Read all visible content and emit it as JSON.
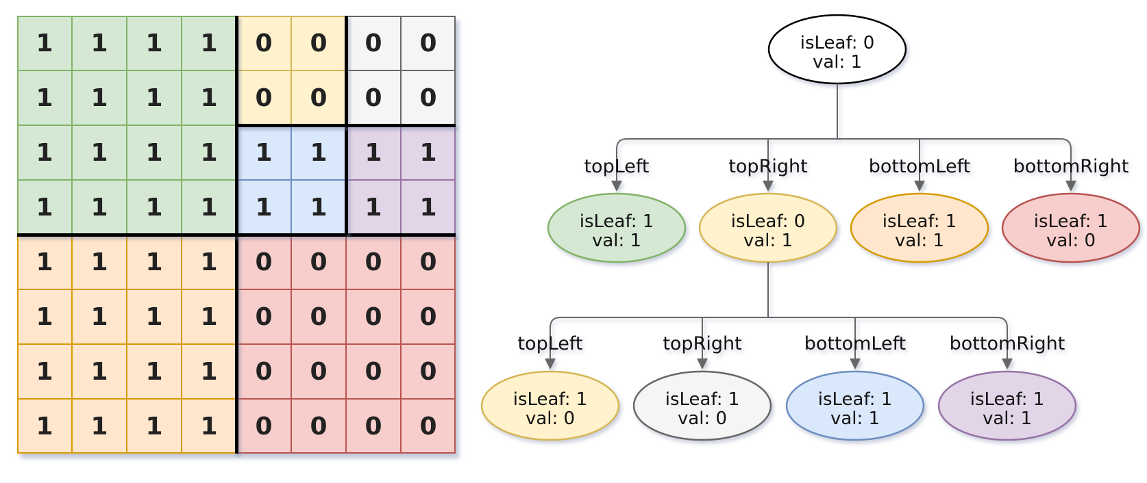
{
  "palette": {
    "white": {
      "fill": "#ffffff",
      "stroke": "#000000"
    },
    "green": {
      "fill": "#d5e8d4",
      "stroke": "#82b366"
    },
    "yellow": {
      "fill": "#fff2cc",
      "stroke": "#d6b656"
    },
    "gray": {
      "fill": "#f5f5f5",
      "stroke": "#666666"
    },
    "blue": {
      "fill": "#dae8fc",
      "stroke": "#6c8ebf"
    },
    "purple": {
      "fill": "#e1d5e7",
      "stroke": "#9673a6"
    },
    "orange": {
      "fill": "#ffe6cc",
      "stroke": "#d79b00"
    },
    "red": {
      "fill": "#f8cecc",
      "stroke": "#b85450"
    }
  },
  "grid": {
    "rows": 8,
    "cols": 8,
    "values": [
      [
        1,
        1,
        1,
        1,
        0,
        0,
        0,
        0
      ],
      [
        1,
        1,
        1,
        1,
        0,
        0,
        0,
        0
      ],
      [
        1,
        1,
        1,
        1,
        1,
        1,
        1,
        1
      ],
      [
        1,
        1,
        1,
        1,
        1,
        1,
        1,
        1
      ],
      [
        1,
        1,
        1,
        1,
        0,
        0,
        0,
        0
      ],
      [
        1,
        1,
        1,
        1,
        0,
        0,
        0,
        0
      ],
      [
        1,
        1,
        1,
        1,
        0,
        0,
        0,
        0
      ],
      [
        1,
        1,
        1,
        1,
        0,
        0,
        0,
        0
      ]
    ],
    "regions": [
      {
        "name": "top-left",
        "color": "green",
        "row": 0,
        "col": 0,
        "rows": 4,
        "cols": 4
      },
      {
        "name": "top-right-top-left",
        "color": "yellow",
        "row": 0,
        "col": 4,
        "rows": 2,
        "cols": 2
      },
      {
        "name": "top-right-top-right",
        "color": "gray",
        "row": 0,
        "col": 6,
        "rows": 2,
        "cols": 2
      },
      {
        "name": "top-right-bottom-left",
        "color": "blue",
        "row": 2,
        "col": 4,
        "rows": 2,
        "cols": 2
      },
      {
        "name": "top-right-bottom-right",
        "color": "purple",
        "row": 2,
        "col": 6,
        "rows": 2,
        "cols": 2
      },
      {
        "name": "bottom-left",
        "color": "orange",
        "row": 4,
        "col": 0,
        "rows": 4,
        "cols": 4
      },
      {
        "name": "bottom-right",
        "color": "red",
        "row": 4,
        "col": 4,
        "rows": 4,
        "cols": 4
      }
    ]
  },
  "tree": {
    "root": {
      "isLeaf": "isLeaf: 0",
      "val": "val: 1",
      "color": "white"
    },
    "level2": [
      {
        "label": "topLeft",
        "isLeaf": "isLeaf: 1",
        "val": "val: 1",
        "color": "green"
      },
      {
        "label": "topRight",
        "isLeaf": "isLeaf: 0",
        "val": "val: 1",
        "color": "yellow"
      },
      {
        "label": "bottomLeft",
        "isLeaf": "isLeaf: 1",
        "val": "val: 1",
        "color": "orange"
      },
      {
        "label": "bottomRight",
        "isLeaf": "isLeaf: 1",
        "val": "val: 0",
        "color": "red"
      }
    ],
    "level3": [
      {
        "label": "topLeft",
        "isLeaf": "isLeaf: 1",
        "val": "val: 0",
        "color": "yellow"
      },
      {
        "label": "topRight",
        "isLeaf": "isLeaf: 1",
        "val": "val: 0",
        "color": "gray"
      },
      {
        "label": "bottomLeft",
        "isLeaf": "isLeaf: 1",
        "val": "val: 1",
        "color": "blue"
      },
      {
        "label": "bottomRight",
        "isLeaf": "isLeaf: 1",
        "val": "val: 1",
        "color": "purple"
      }
    ]
  }
}
